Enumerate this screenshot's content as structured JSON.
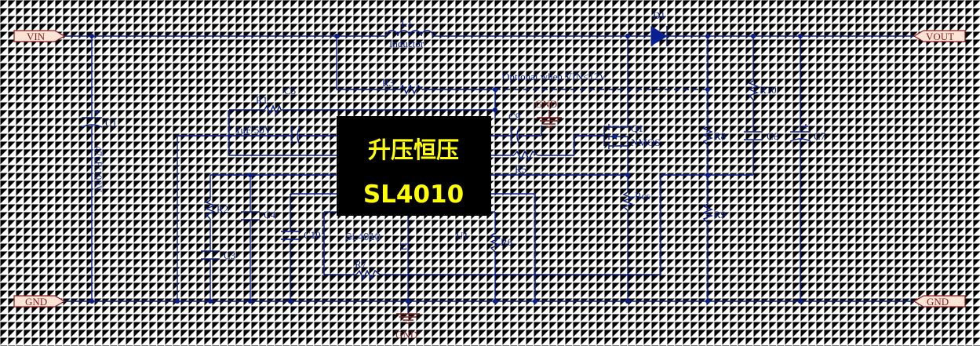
{
  "ports": {
    "vin": "VIN",
    "vout": "VOUT",
    "gnd_left": "GND",
    "gnd_right": "GND"
  },
  "components": {
    "l1_ref": "L1",
    "l1_value": "Inductor",
    "d1_ref": "D1",
    "c1_ref": "C1",
    "c1_value": "47uF/100V",
    "r1_ref": "R1",
    "c5_ref": "C5",
    "c5_value": "1uF/50V",
    "r3_ref": "R3",
    "optional_note": "Optional when VIN<12V",
    "c9_ref": "C9",
    "gnd_symbol_top": "GND",
    "gnd_symbol_bottom": "GND",
    "q1_ref": "Q1",
    "q1_value": "NMOS",
    "r5_ref": "R5",
    "r10_ref": "R10",
    "r8_ref": "R8",
    "c6_ref": "C6",
    "c7_ref": "C7",
    "rcs_ref": "Rcs",
    "r9_ref": "R9",
    "r2_ref": "R2",
    "c4_ref": "C4",
    "c3_ref": "C3",
    "c10_ref": "C10",
    "r6_ref": "R6",
    "r7_ref": "R7",
    "u1_ref": "U1",
    "u1_part": "SL4010",
    "pin_11": "11"
  },
  "chip": {
    "title_cn": "升压恒压",
    "title_part": "SL4010"
  },
  "colors": {
    "wire": "#0a1f8f",
    "gnd": "#8b1a1a",
    "chip_bg": "#000000",
    "chip_text": "#ffff00",
    "port_fill": "#fbe3d6"
  }
}
